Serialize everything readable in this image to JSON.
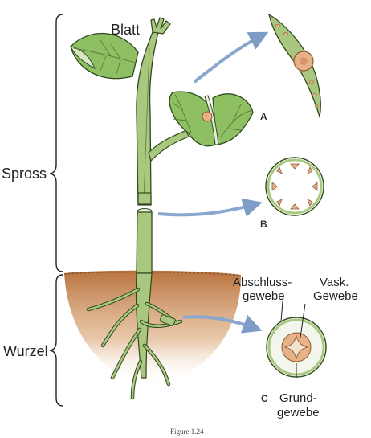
{
  "labels": {
    "leaf": "Blatt",
    "shoot": "Spross",
    "root": "Wurzel",
    "panel_a": "A",
    "panel_b": "B",
    "panel_c": "C",
    "dermal_line1": "Abschluss-",
    "dermal_line2": "gewebe",
    "vascular_line1": "Vask.",
    "vascular_line2": "Gewebe",
    "ground_line1": "Grund-",
    "ground_line2": "gewebe"
  },
  "caption": "Figure 1.24",
  "colors": {
    "stem_green": "#a9c77e",
    "leaf_green": "#8fbf63",
    "outline_dark": "#2f4a1e",
    "soil_brown": "#c98e5a",
    "vascular_orange": "#e8b288",
    "arrow_blue": "#8aa7cf"
  }
}
